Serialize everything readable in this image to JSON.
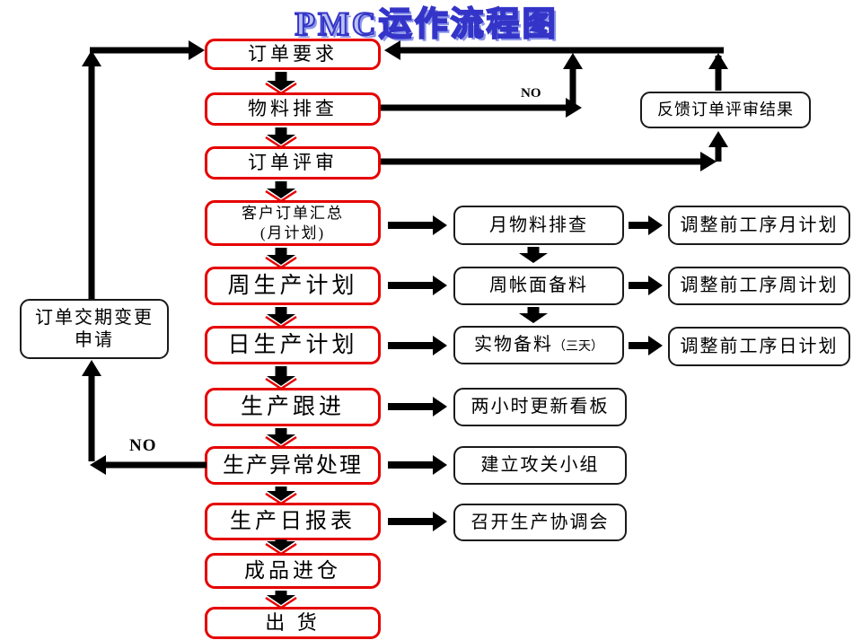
{
  "title": "PMC运作流程图",
  "labels": {
    "no_top": "NO",
    "no_left": "NO"
  },
  "colors": {
    "main_box_border": "#e60000",
    "side_box_border": "#1a1a1a",
    "arrow": "#000000",
    "title_blue": "#3434c8"
  },
  "main_flow": [
    {
      "label": "订单要求"
    },
    {
      "label": "物料排查"
    },
    {
      "label": "订单评审"
    },
    {
      "label": "客户订单汇总",
      "label2": "(月计划)"
    },
    {
      "label": "周生产计划"
    },
    {
      "label": "日生产计划"
    },
    {
      "label": "生产跟进"
    },
    {
      "label": "生产异常处理"
    },
    {
      "label": "生产日报表"
    },
    {
      "label": "成品进仓"
    },
    {
      "label": "出 货"
    }
  ],
  "left_box": {
    "line1": "订单交期变更",
    "line2": "申请"
  },
  "feedback_box": {
    "label": "反馈订单评审结果"
  },
  "side_boxes": [
    {
      "label": "月物料排查"
    },
    {
      "label": "周帐面备料"
    },
    {
      "label": "实物备料",
      "suffix": "（三天）"
    },
    {
      "label": "两小时更新看板"
    },
    {
      "label": "建立攻关小组"
    },
    {
      "label": "召开生产协调会"
    }
  ],
  "adjust_boxes": [
    {
      "label": "调整前工序月计划"
    },
    {
      "label": "调整前工序周计划"
    },
    {
      "label": "调整前工序日计划"
    }
  ]
}
